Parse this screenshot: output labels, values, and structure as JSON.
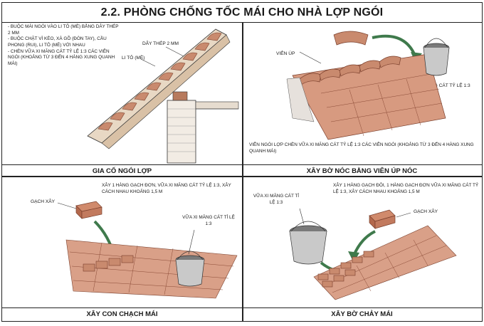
{
  "title": "2.2. PHÒNG CHỐNG TỐC MÁI CHO NHÀ LỢP NGÓI",
  "panels": {
    "top_left": {
      "caption": "GIA CỐ NGÓI LỢP",
      "notes": [
        "- BUỘC MÁI NGÓI VÀO LI TÔ (MÈ) BẰNG DÂY THÉP 2 mm",
        "- BUỘC CHẶT VÌ KÈO, XÀ GỒ (ĐÒN TAY), CẦU PHONG (RUI), LI TÔ (MÈ) VỚI NHAU",
        "- CHÈN VỮA XI MĂNG CÁT TỶ LỆ 1:3 CÁC VIÊN NGÓI (KHOẢNG TỪ 3 ĐẾN 4 HÀNG XUNG QUANH MÁI)"
      ],
      "label_wire": "DÂY THÉP 2 mm",
      "label_batten": "LI TÔ (MÈ)"
    },
    "top_right": {
      "caption": "XÂY BỜ NÓC  BẰNG VIÊN ÚP NÓC",
      "label_ridge_tile": "VIÊN ÚP",
      "label_mortar": "VỮA XI MĂNG CÁT TỶ LỆ 1:3",
      "note": "VIÊN NGÓI LỢP CHÈN VỮA XI MĂNG CÁT TỶ LỆ 1:3 CÁC VIÊN NGÓI (KHOẢNG TỪ 3 ĐẾN 4 HÀNG XUNG QUANH MÁI)"
    },
    "bottom_left": {
      "caption": "XÂY CON CHẠCH MÁI",
      "note": "XÂY 1 HÀNG GẠCH ĐƠN, VỮA XI MĂNG CÁT TỶ LỆ 1:3, XÂY CÁCH NHAU KHOẢNG 1,5 m",
      "label_brick": "GẠCH XÂY",
      "label_mortar": "VỮA XI MĂNG CÁT TỈ LỆ 1:3"
    },
    "bottom_right": {
      "caption": "XÂY BỜ CHẢY MÁI",
      "label_mortar": "VỮA XI MĂNG CÁT TỈ LỆ 1:3",
      "note": "XÂY 1 HÀNG GẠCH ĐÔI, 1 HÀNG GẠCH ĐƠN VỮA XI MĂNG CÁT TỶ LỆ 1:3, XÂY CÁCH NHAU KHOẢNG 1,5 m",
      "label_brick": "GẠCH XÂY"
    }
  },
  "colors": {
    "tile": "#c98a6e",
    "tile_dark": "#9c5a44",
    "arrow": "#3f7a4c",
    "bucket": "#c9c9c9",
    "line": "#222222"
  }
}
